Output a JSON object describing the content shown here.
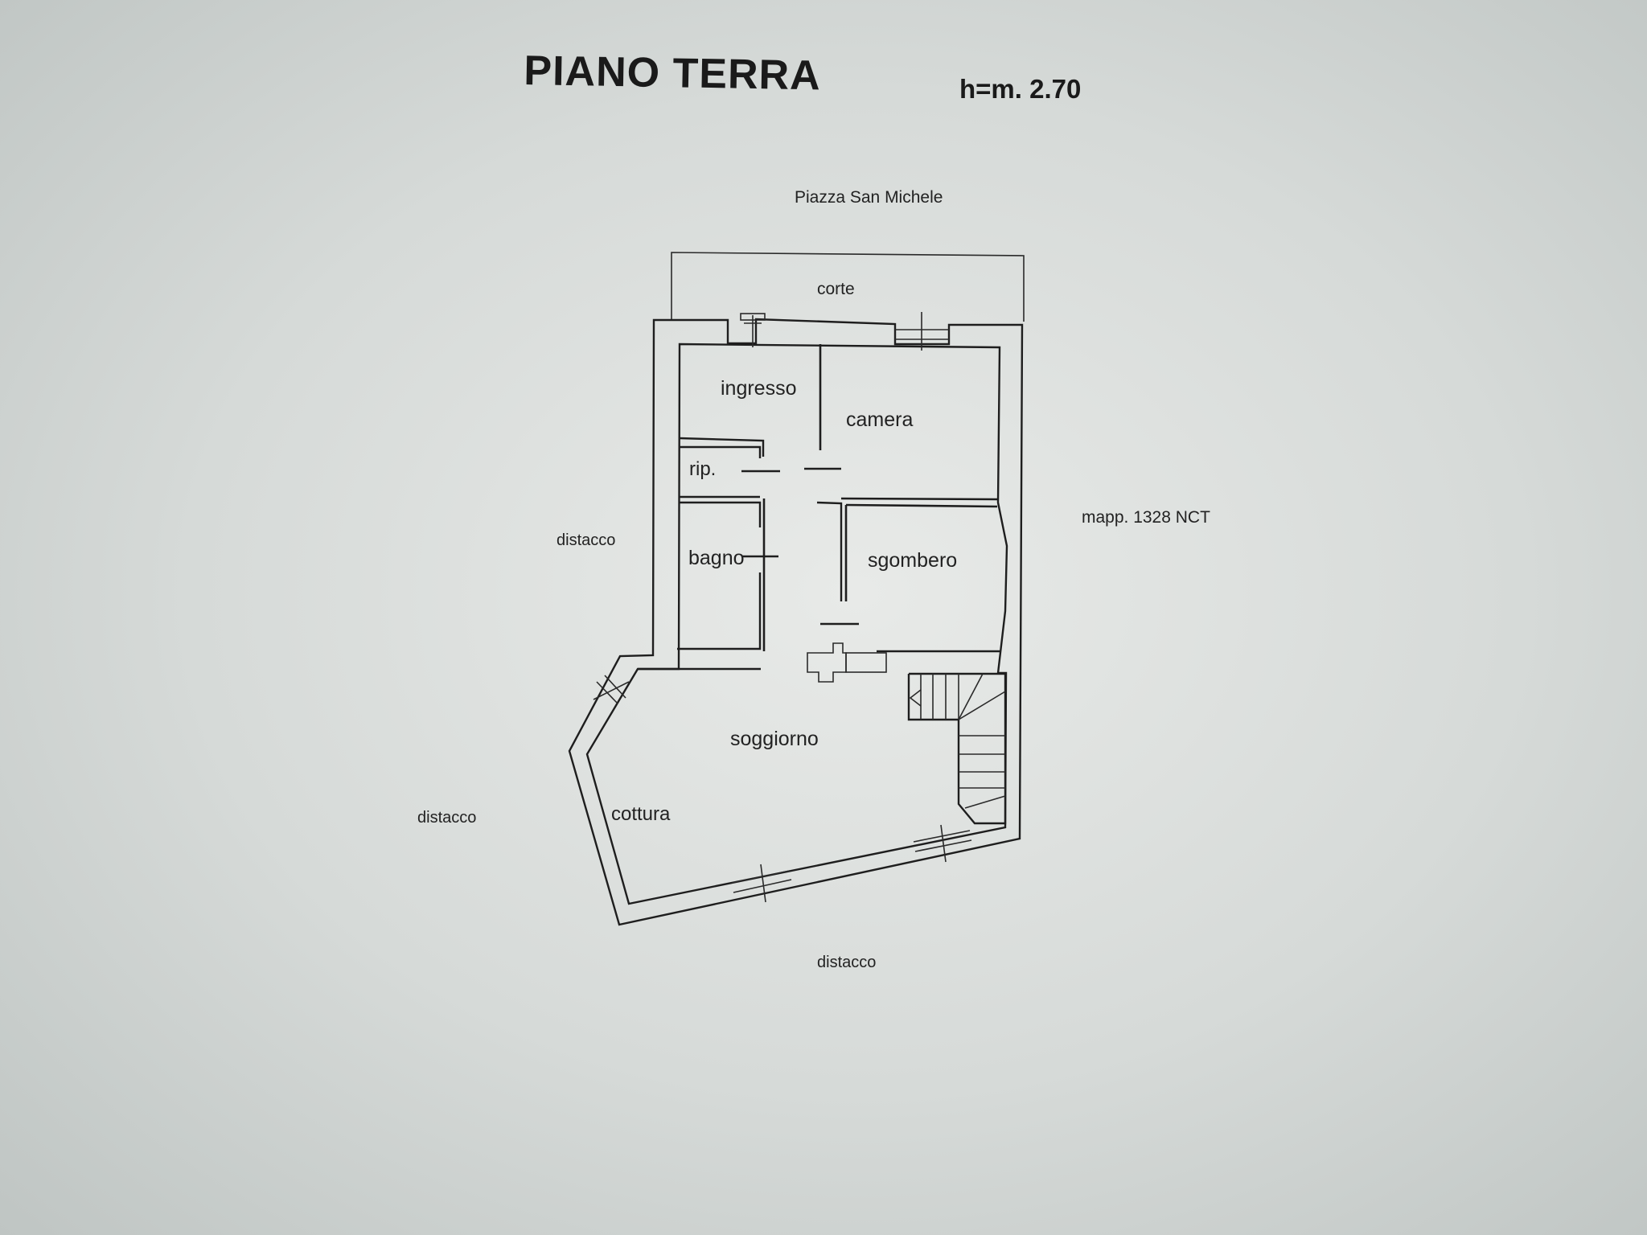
{
  "header": {
    "title": "PIANO TERRA",
    "height": "h=m. 2.70"
  },
  "surroundings": {
    "street": "Piazza San Michele",
    "right_parcel": "mapp. 1328 NCT",
    "left_upper": "distacco",
    "left_lower": "distacco",
    "bottom": "distacco"
  },
  "rooms": {
    "corte": "corte",
    "ingresso": "ingresso",
    "camera": "camera",
    "rip": "rip.",
    "bagno": "bagno",
    "sgombero": "sgombero",
    "soggiorno": "soggiorno",
    "cottura": "cottura"
  }
}
